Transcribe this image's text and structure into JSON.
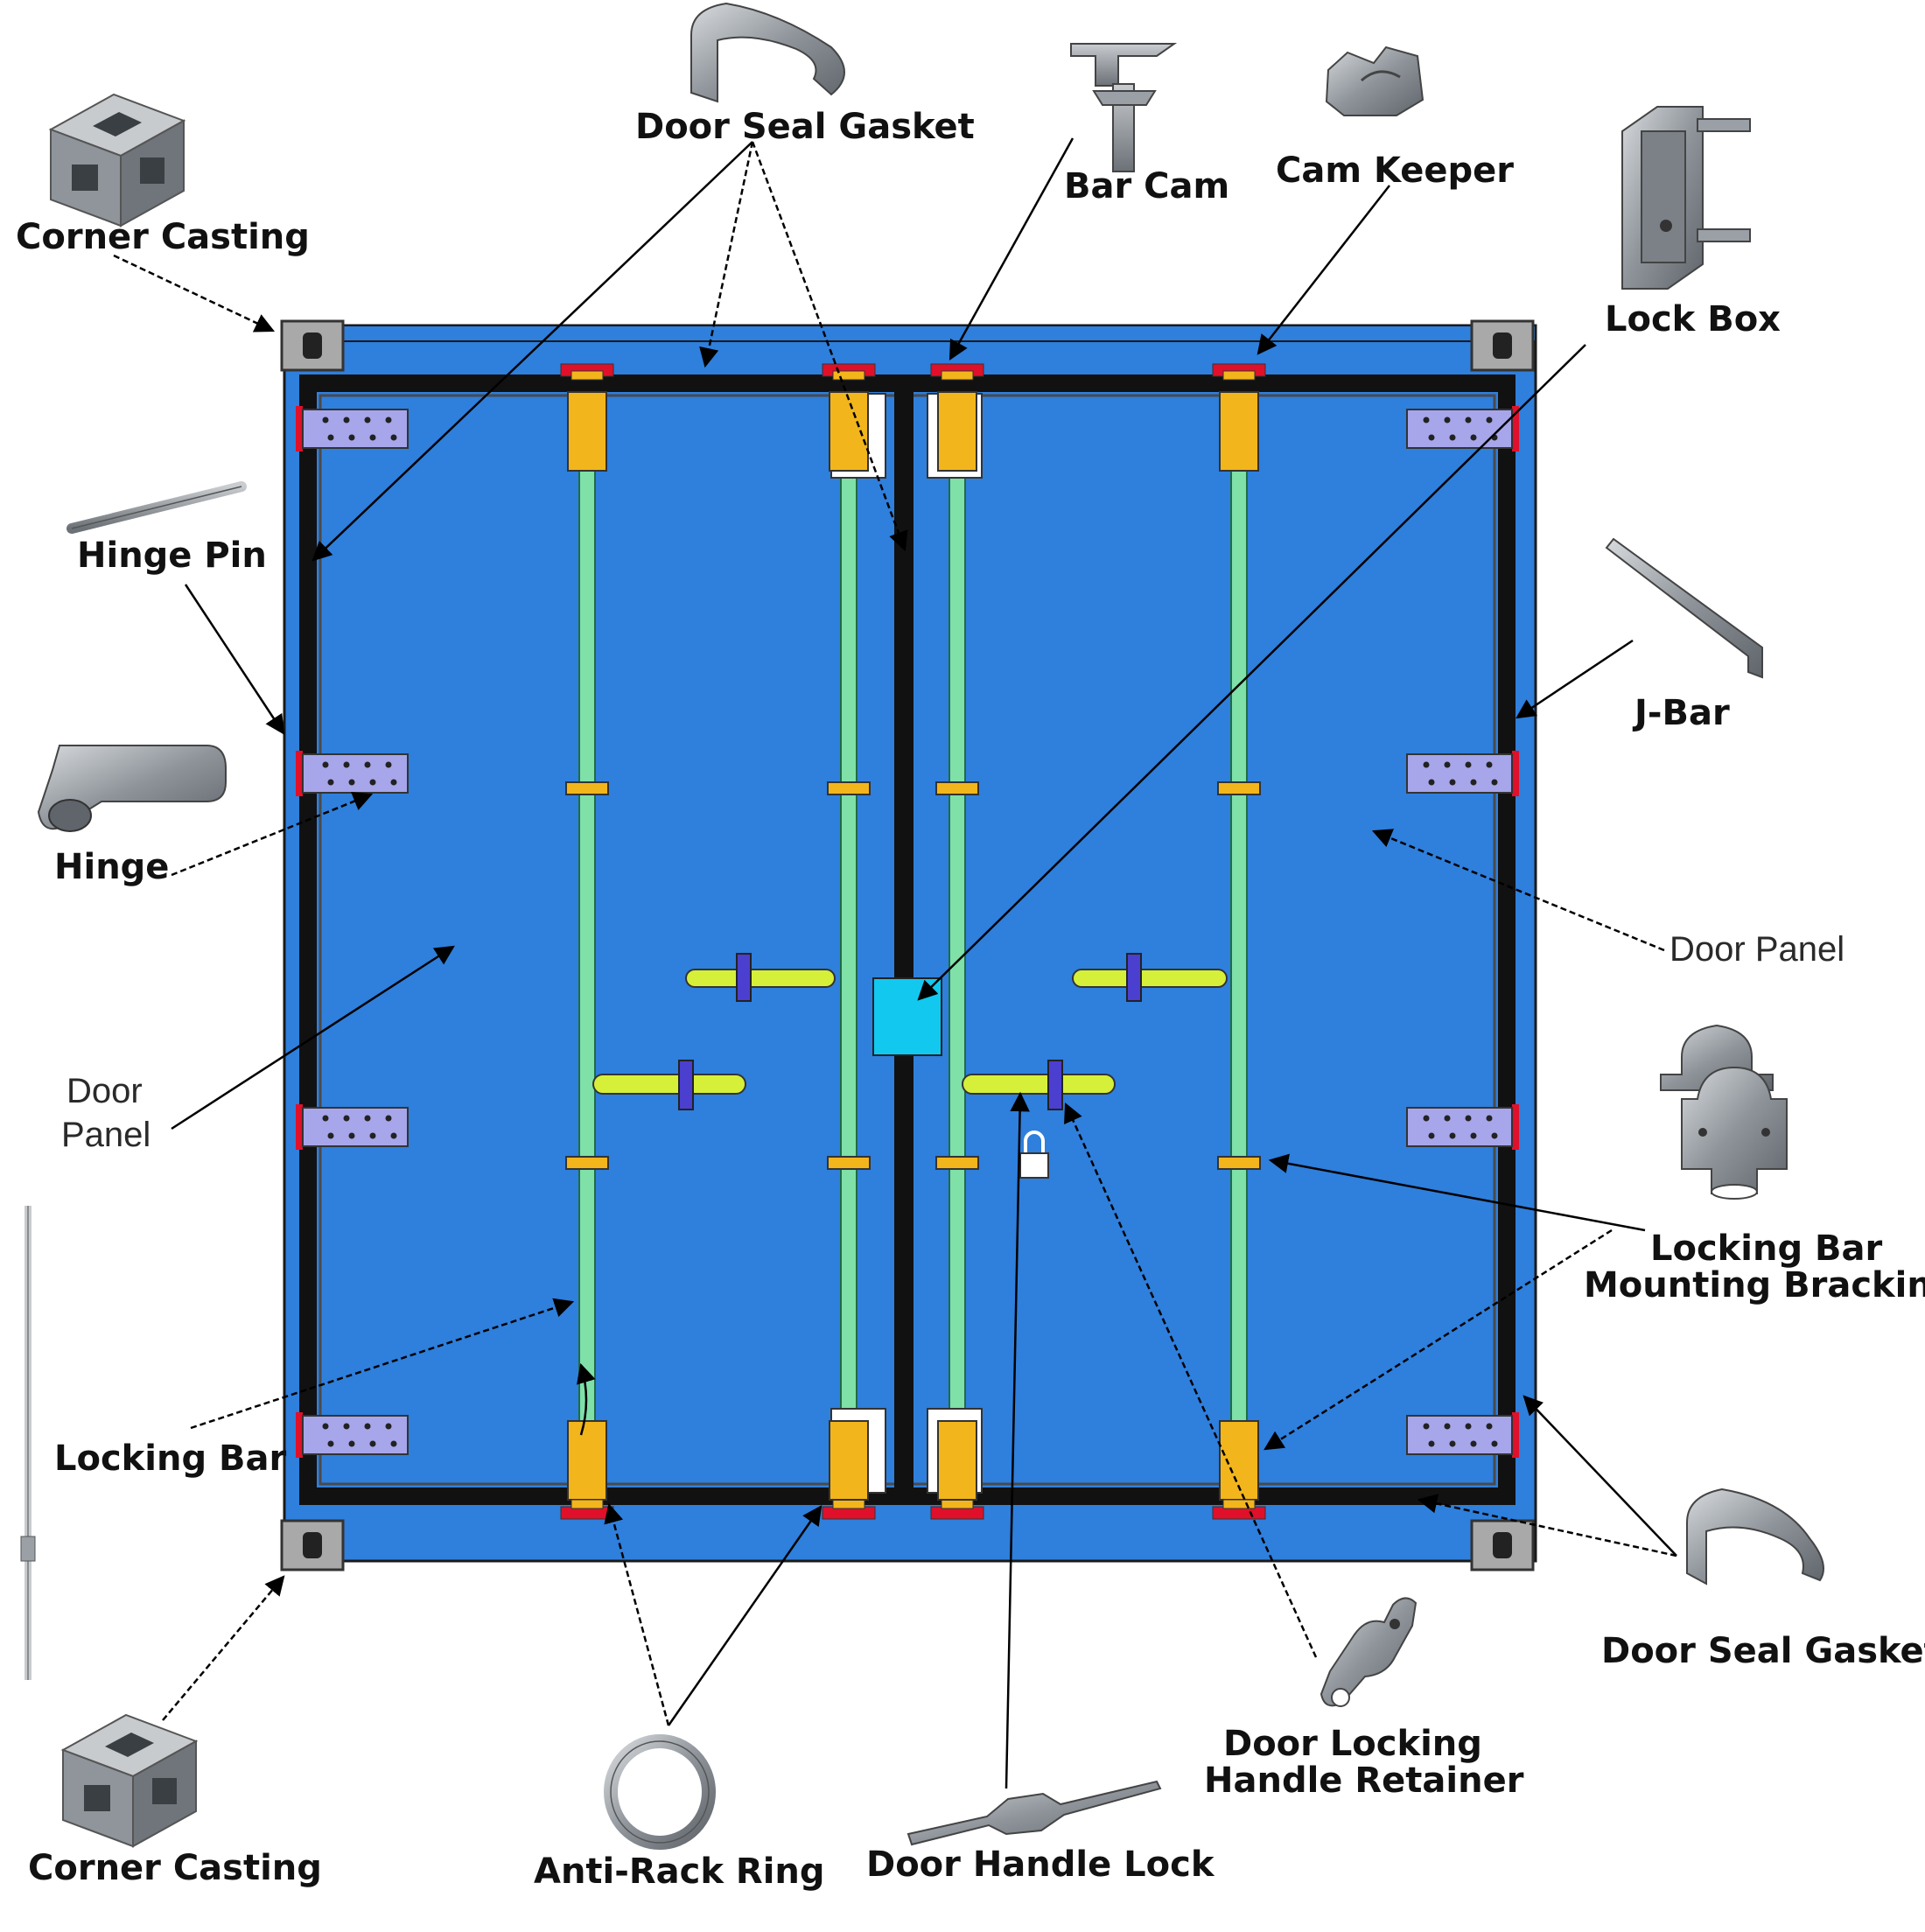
{
  "labels": {
    "corner_casting_top": "Corner Casting",
    "door_seal_gasket_top": "Door Seal Gasket",
    "bar_cam": "Bar Cam",
    "cam_keeper": "Cam Keeper",
    "lock_box": "Lock Box",
    "hinge_pin": "Hinge Pin",
    "j_bar": "J-Bar",
    "hinge": "Hinge",
    "door_panel_right": "Door Panel",
    "door_panel_left_1": "Door",
    "door_panel_left_2": "Panel",
    "locking_bar_mounting_1": "Locking Bar",
    "locking_bar_mounting_2": "Mounting Bracking",
    "locking_bar": "Locking Bar",
    "door_seal_gasket_bottom": "Door Seal Gasket",
    "corner_casting_bottom": "Corner Casting",
    "anti_rack_ring": "Anti-Rack Ring",
    "door_handle_lock": "Door Handle Lock",
    "door_locking_handle_retainer_1": "Door Locking",
    "door_locking_handle_retainer_2": "Handle Retainer"
  },
  "colors": {
    "door_blue": "#2f7fdc",
    "frame_black": "#111111",
    "locking_bar_green": "#7fe0a8",
    "bar_cam_yellow": "#f2b51c",
    "hinge_lavender": "#a7a6ea",
    "handle_lime": "#d6f03a",
    "lock_box_cyan": "#12c8ef",
    "corner_gray": "#a9a9a9",
    "part_metal": "#9aa0a6"
  },
  "icons": [
    "corner-casting-icon",
    "door-seal-gasket-icon",
    "bar-cam-icon",
    "cam-keeper-icon",
    "lock-box-icon",
    "hinge-pin-icon",
    "j-bar-icon",
    "hinge-icon",
    "locking-bar-mounting-bracket-icon",
    "locking-bar-icon",
    "anti-rack-ring-icon",
    "door-handle-lock-icon",
    "door-locking-handle-retainer-icon"
  ]
}
